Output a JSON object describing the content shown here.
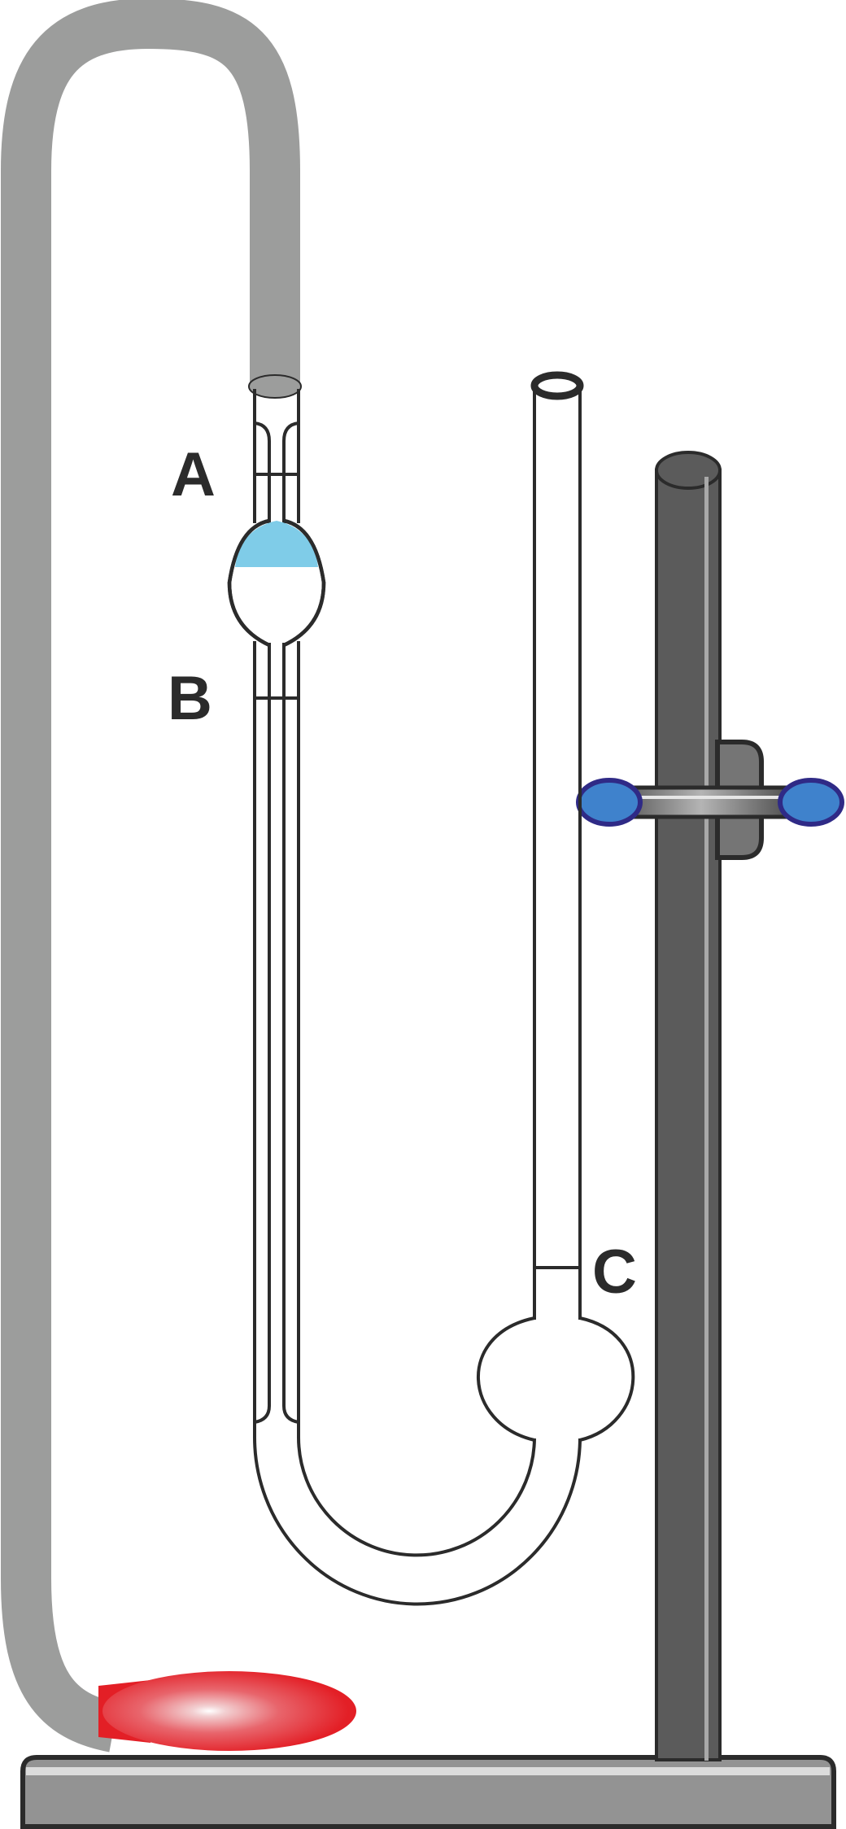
{
  "labels": {
    "a": "A",
    "b": "B",
    "c": "C"
  },
  "colors": {
    "tube_gray": "#9c9d9c",
    "outline": "#2b2b2b",
    "liquid": "#7fcce8",
    "stand_rod": "#5b5b5b",
    "stand_base": "#939393",
    "clamp_knob": "#3f82cc",
    "clamp_knob_rim": "#2f2a86",
    "flame": "#e31f26"
  }
}
